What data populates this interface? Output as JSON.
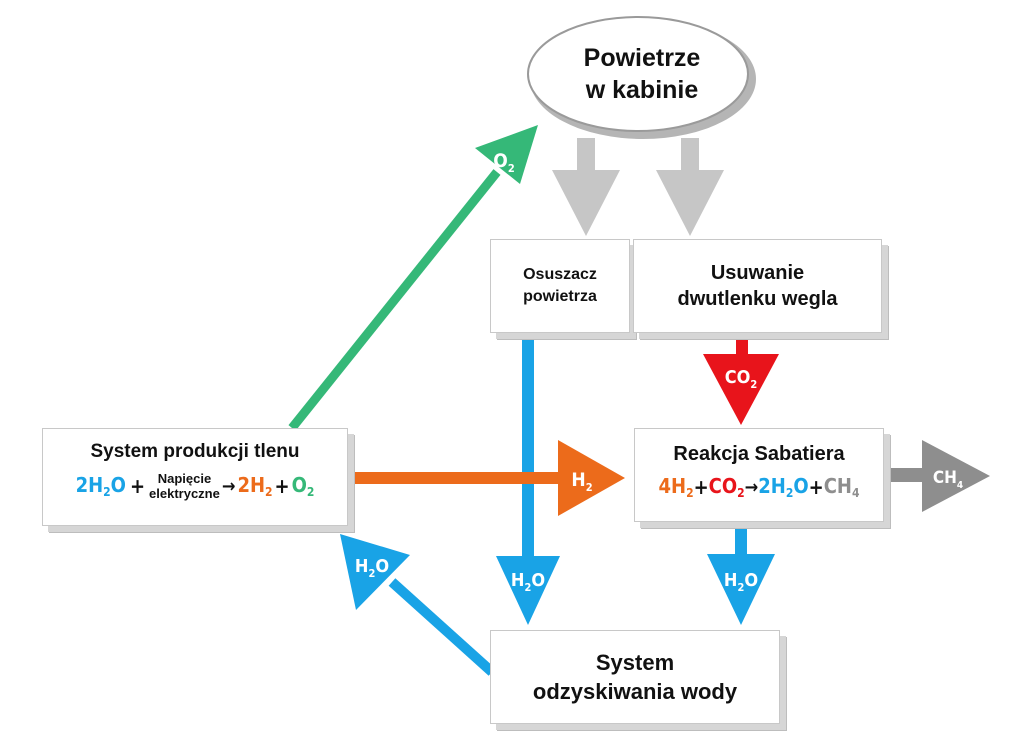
{
  "nodes": {
    "cabin_air_line1": "Powietrze",
    "cabin_air_line2": "w kabinie",
    "dryer_line1": "Osuszacz",
    "dryer_line2": "powietrza",
    "co2_removal_line1": "Usuwanie",
    "co2_removal_line2": "dwutlenku wegla",
    "oxygen_system": "System produkcji tlenu",
    "sabatier": "Reakcja Sabatiera",
    "water_recovery_line1": "System",
    "water_recovery_line2": "odzyskiwania wody"
  },
  "oxygen_equation": {
    "water_coef": "2H",
    "water_sub": "2",
    "water_o": "O",
    "plus1": "+",
    "voltage_line1": "Napięcie",
    "voltage_line2": "elektryczne",
    "arrow": "→",
    "h2_coef": "2H",
    "h2_sub": "2",
    "plus2": "+",
    "o2": "O",
    "o2_sub": "2"
  },
  "sabatier_equation": {
    "h2_coef": "4H",
    "h2_sub": "2",
    "plus1": "+",
    "co2": "CO",
    "co2_sub": "2",
    "arrow": "→",
    "water_coef": "2H",
    "water_sub": "2",
    "water_o": "O",
    "plus2": "+",
    "ch4": "CH",
    "ch4_sub": "4"
  },
  "flow_labels": {
    "o2": "O",
    "o2_sub": "2",
    "co2": "CO",
    "co2_sub": "2",
    "h2": "H",
    "h2_sub": "2",
    "ch4": "CH",
    "ch4_sub": "4",
    "h2o_a": "H",
    "h2o_a_sub": "2",
    "h2o_a_o": "O",
    "h2o_b": "H",
    "h2o_b_sub": "2",
    "h2o_b_o": "O",
    "h2o_c": "H",
    "h2o_c_sub": "2",
    "h2o_c_o": "O"
  },
  "colors": {
    "water_blue": "#19a3e6",
    "oxygen_green": "#35b878",
    "hydrogen_orange": "#ec6b1b",
    "co2_red": "#e8141b",
    "methane_gray": "#8e8e8e",
    "air_gray": "#c6c6c6"
  }
}
